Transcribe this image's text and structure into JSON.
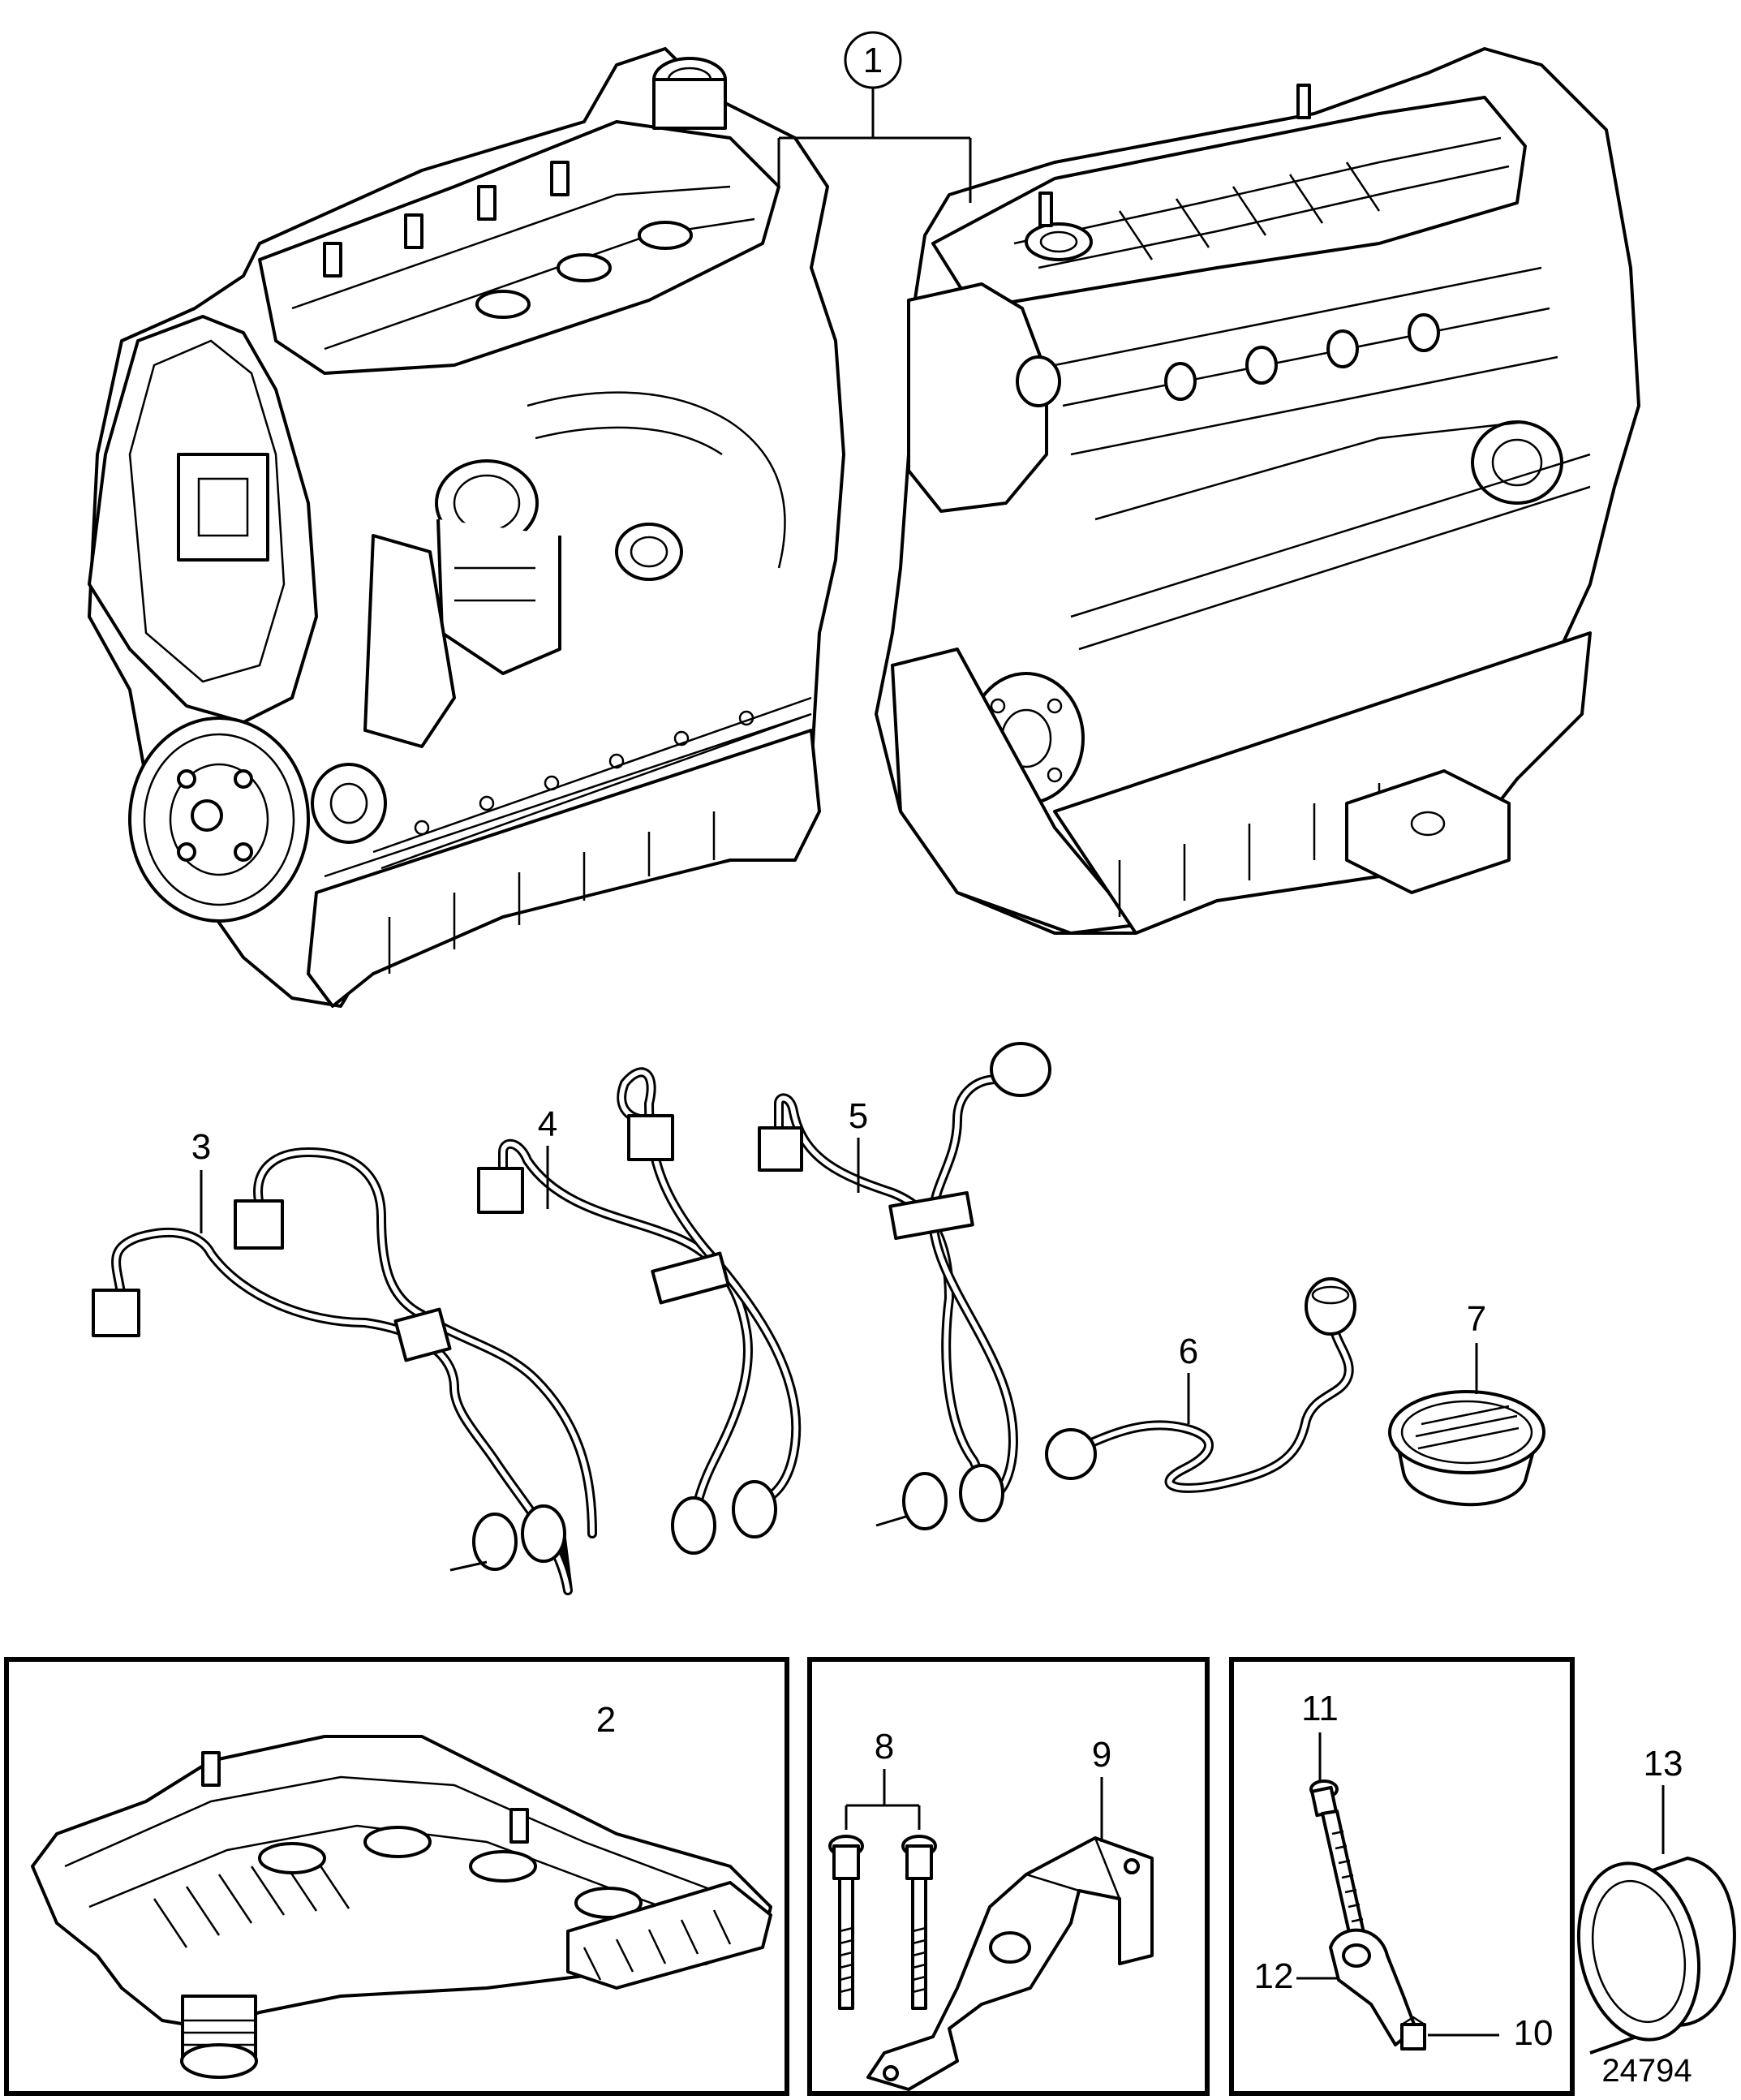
{
  "diagram": {
    "callouts": [
      {
        "id": "c1",
        "label": "1"
      },
      {
        "id": "c2",
        "label": "2"
      },
      {
        "id": "c3",
        "label": "3"
      },
      {
        "id": "c4",
        "label": "4"
      },
      {
        "id": "c5",
        "label": "5"
      },
      {
        "id": "c6",
        "label": "6"
      },
      {
        "id": "c7",
        "label": "7"
      },
      {
        "id": "c8",
        "label": "8"
      },
      {
        "id": "c9",
        "label": "9"
      },
      {
        "id": "c10",
        "label": "10"
      },
      {
        "id": "c11",
        "label": "11"
      },
      {
        "id": "c12",
        "label": "12"
      },
      {
        "id": "c13",
        "label": "13"
      }
    ],
    "reference_number": "24794"
  }
}
